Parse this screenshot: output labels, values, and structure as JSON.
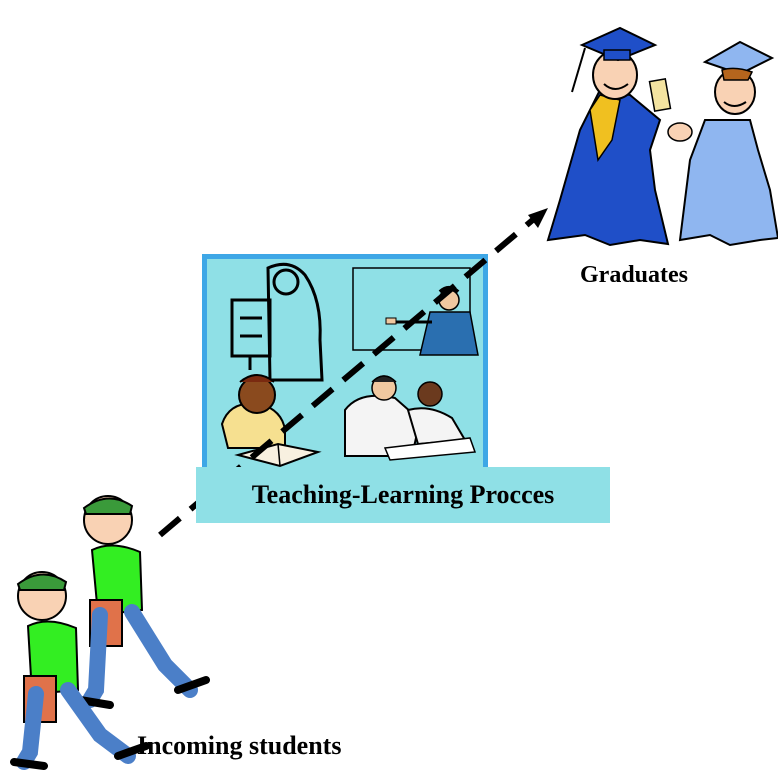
{
  "labels": {
    "graduates": "Graduates",
    "process": "Teaching-Learning Procces",
    "incoming": "Incoming students"
  },
  "colors": {
    "panel_fill": "#8fe0e6",
    "panel_border": "#3ea7e6",
    "gown_dark": "#1f4fc8",
    "gown_light": "#8fb6f0",
    "student_shirt": "#33ee22",
    "arrow": "#000000"
  },
  "icons": [
    "graduates-illustration",
    "lab-scientist-icon",
    "teacher-at-board-icon",
    "student-reading-icon",
    "students-writing-icon",
    "walking-students-illustration",
    "progress-arrow"
  ]
}
